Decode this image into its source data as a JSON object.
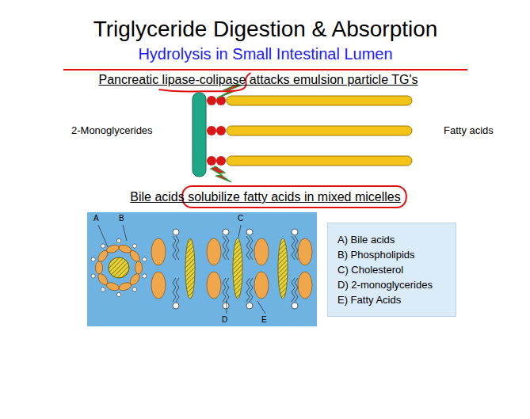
{
  "diagram": {
    "title": "Triglyceride Digestion & Absorption",
    "nodes": [
      {
        "text": [
          "A) Bile acids",
          "B) Phospholipids",
          "C) Cholesterol",
          "D) 2-monoglycerides",
          "E) Fatty Acids"
        ]
      }
    ],
    "labels": [
      "Hydrolysis in Small Intestinal Lumen",
      "Pancreatic lipase-colipase attacks emulsion particle TG's",
      "2-Monoglycerides",
      "Fatty acids",
      "Bile acids solubilize fatty acids in mixed micelles",
      "A",
      "B",
      "C",
      "D",
      "E"
    ]
  }
}
